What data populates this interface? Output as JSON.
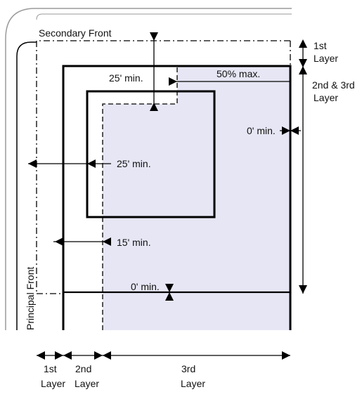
{
  "labels": {
    "secondary_front": "Secondary Front",
    "principal_front": "Principal Front",
    "setback_25_top": "25' min.",
    "max_50": "50% max.",
    "setback_0_right": "0' min.",
    "setback_25_left": "25' min.",
    "setback_15": "15' min.",
    "setback_0_bottom": "0' min."
  },
  "right_dims": {
    "first_layer": [
      "1st",
      "Layer"
    ],
    "second_third_layer": [
      "2nd & 3rd",
      "Layer"
    ]
  },
  "bottom_dims": {
    "first_layer": [
      "1st",
      "Layer"
    ],
    "second_layer": [
      "2nd",
      "Layer"
    ],
    "third_layer": [
      "3rd",
      "Layer"
    ]
  },
  "colors": {
    "line": "#000000",
    "shade": "#e6e6f4",
    "road_edge": "#9a9a9a"
  }
}
